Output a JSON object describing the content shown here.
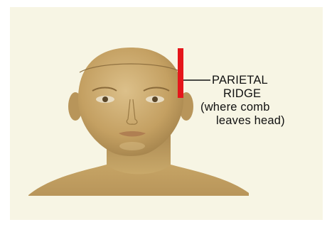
{
  "diagram": {
    "annotation": {
      "line1": "PARIETAL",
      "line2": "RIDGE",
      "line3": "(where comb",
      "line4": "leaves head)"
    },
    "colors": {
      "background": "#f7f5e4",
      "marker": "#e5161b",
      "skin": "#c9a96a",
      "leader_line": "#111111"
    }
  }
}
